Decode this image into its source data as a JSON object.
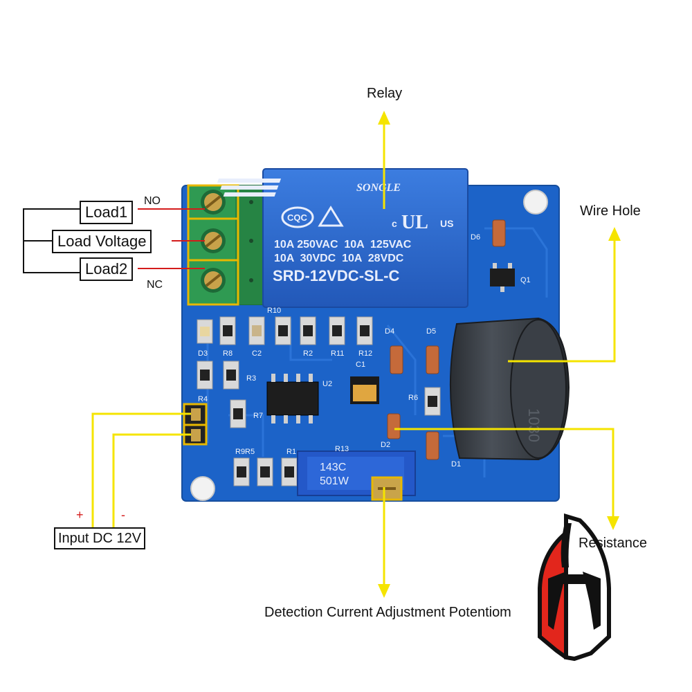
{
  "colors": {
    "pcb": "#1c63c8",
    "relay": "#2f6fd6",
    "terminal": "#2f9a52",
    "sensor": "#3a3f46",
    "callout_line": "#f5e400",
    "wire": "#d41b1b",
    "frame_line": "#111111"
  },
  "relay": {
    "brand": "SONGLE",
    "rating_line1": "10A 250VAC  10A  125VAC",
    "rating_line2": "10A  30VDC  10A  28VDC",
    "model": "SRD-12VDC-SL-C",
    "cert_left": "CQC",
    "cert_right": "US"
  },
  "pcb_labels": {
    "r10": "R10",
    "d3": "D3",
    "r8": "R8",
    "c2": "C2",
    "r2": "R2",
    "r11": "R11",
    "r12": "R12",
    "c1": "C1",
    "r3": "R3",
    "u2": "U2",
    "r4": "R4",
    "r7": "R7",
    "d4": "D4",
    "d5": "D5",
    "d6": "D6",
    "q1": "Q1",
    "r6": "R6",
    "d2": "D2",
    "d1": "D1",
    "r13": "R13",
    "r9r5": "R9R5",
    "r1": "R1",
    "pot_line1": "143C",
    "pot_line2": "501W"
  },
  "callouts": {
    "relay": "Relay",
    "wire_hole": "Wire Hole",
    "resistance": "Resistance",
    "potentiometer": "Detection Current Adjustment Potentiom"
  },
  "terminals": {
    "load1": "Load1",
    "load_voltage": "Load Voltage",
    "load2": "Load2",
    "no": "NO",
    "nc": "NC"
  },
  "power": {
    "input": "Input DC 12V",
    "plus": "+",
    "minus": "-"
  },
  "logo": {
    "icon": "spartan-helmet-icon"
  }
}
